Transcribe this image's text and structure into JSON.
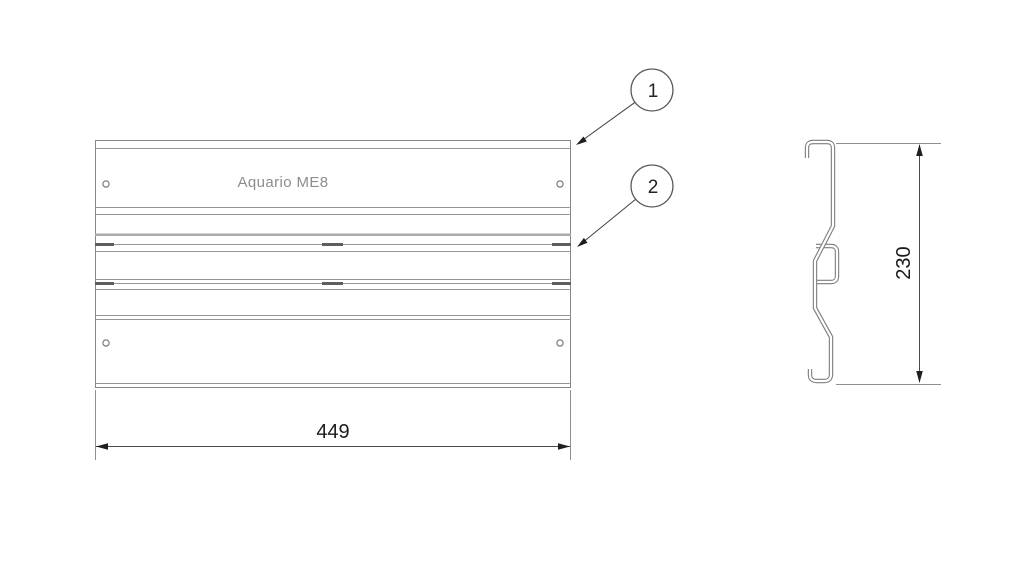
{
  "drawing": {
    "part_label": "Aquario ME8",
    "dimensions": {
      "width": "449",
      "height": "230"
    },
    "callouts": [
      "1",
      "2"
    ],
    "colors": {
      "background": "#ffffff",
      "line_gray": "#8a8a8a",
      "thick_line_gray": "#ababab",
      "slot_dark_gray": "#5e5e5e",
      "label_gray": "#8d8d8d",
      "dimension_dark": "#1f1f1f"
    }
  }
}
